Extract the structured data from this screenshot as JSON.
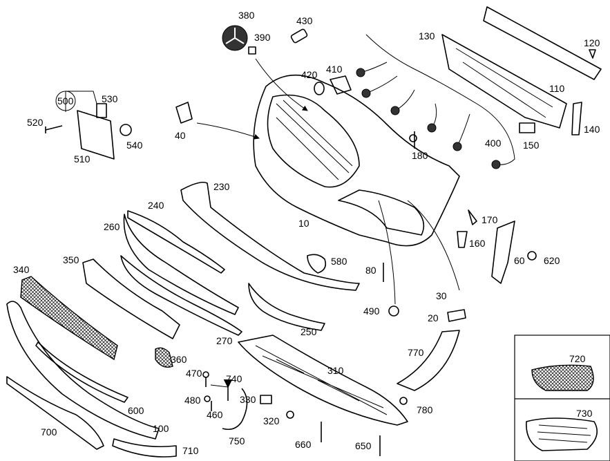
{
  "diagram": {
    "title_hidden": null,
    "callouts": [
      "380",
      "430",
      "390",
      "420",
      "410",
      "130",
      "120",
      "110",
      "140",
      "150",
      "400",
      "180",
      "500",
      "530",
      "520",
      "540",
      "510",
      "40",
      "230",
      "240",
      "260",
      "10",
      "170",
      "160",
      "60",
      "620",
      "350",
      "580",
      "80",
      "340",
      "30",
      "490",
      "20",
      "270",
      "250",
      "770",
      "360",
      "310",
      "470",
      "740",
      "480",
      "330",
      "780",
      "460",
      "600",
      "320",
      "100",
      "700",
      "750",
      "660",
      "650",
      "710"
    ],
    "inset": {
      "callouts": [
        "720",
        "730"
      ]
    }
  }
}
